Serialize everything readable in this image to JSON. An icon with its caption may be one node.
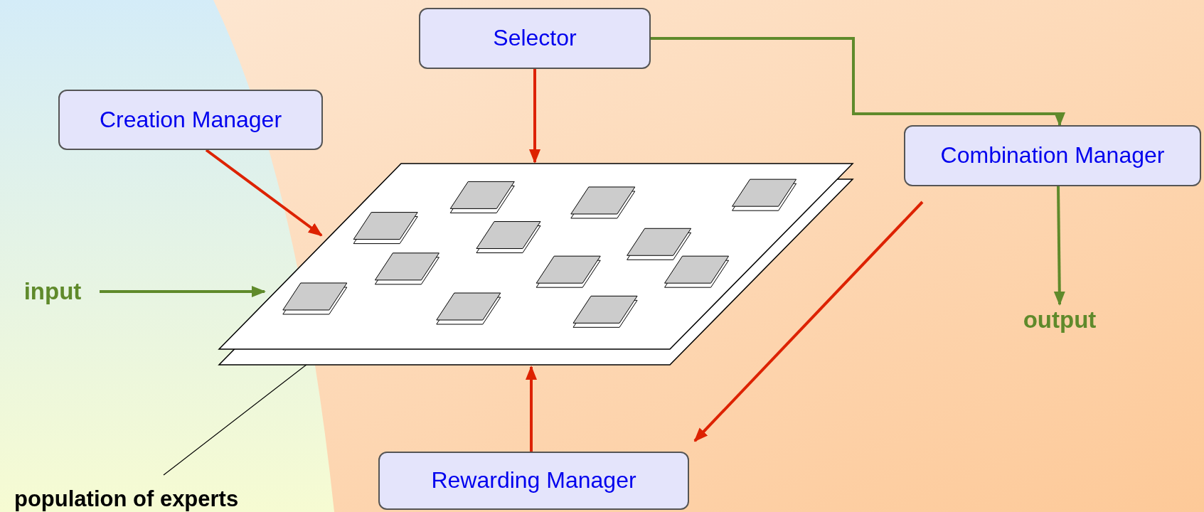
{
  "diagram": {
    "nodes": [
      {
        "text": [
          "Selector"
        ]
      },
      {
        "text": [
          "Creation Manager"
        ]
      },
      {
        "text": [
          "Combination Manager"
        ]
      },
      {
        "text": [
          "Rewarding Manager"
        ]
      },
      {
        "text": [
          "input"
        ]
      },
      {
        "text": [
          "output"
        ]
      },
      {
        "text": [
          "population of experts"
        ]
      },
      {
        "text": [],
        "shape": "picture"
      }
    ],
    "edges": [
      {
        "from": 0,
        "to": 7,
        "arrow": "to"
      },
      {
        "from": 0,
        "to": 2,
        "arrow": "to",
        "color": "#5f8a2b"
      },
      {
        "from": 1,
        "to": 7,
        "arrow": "to"
      },
      {
        "from": 4,
        "to": 7,
        "arrow": "to",
        "color": "#5f8a2b"
      },
      {
        "from": 2,
        "to": 5,
        "arrow": "to",
        "color": "#5f8a2b"
      },
      {
        "from": 2,
        "to": 3,
        "arrow": "to"
      },
      {
        "from": 3,
        "to": 7,
        "arrow": "to"
      },
      {
        "from": 6,
        "to": 7,
        "arrow": "none",
        "color": "#000000"
      }
    ]
  }
}
